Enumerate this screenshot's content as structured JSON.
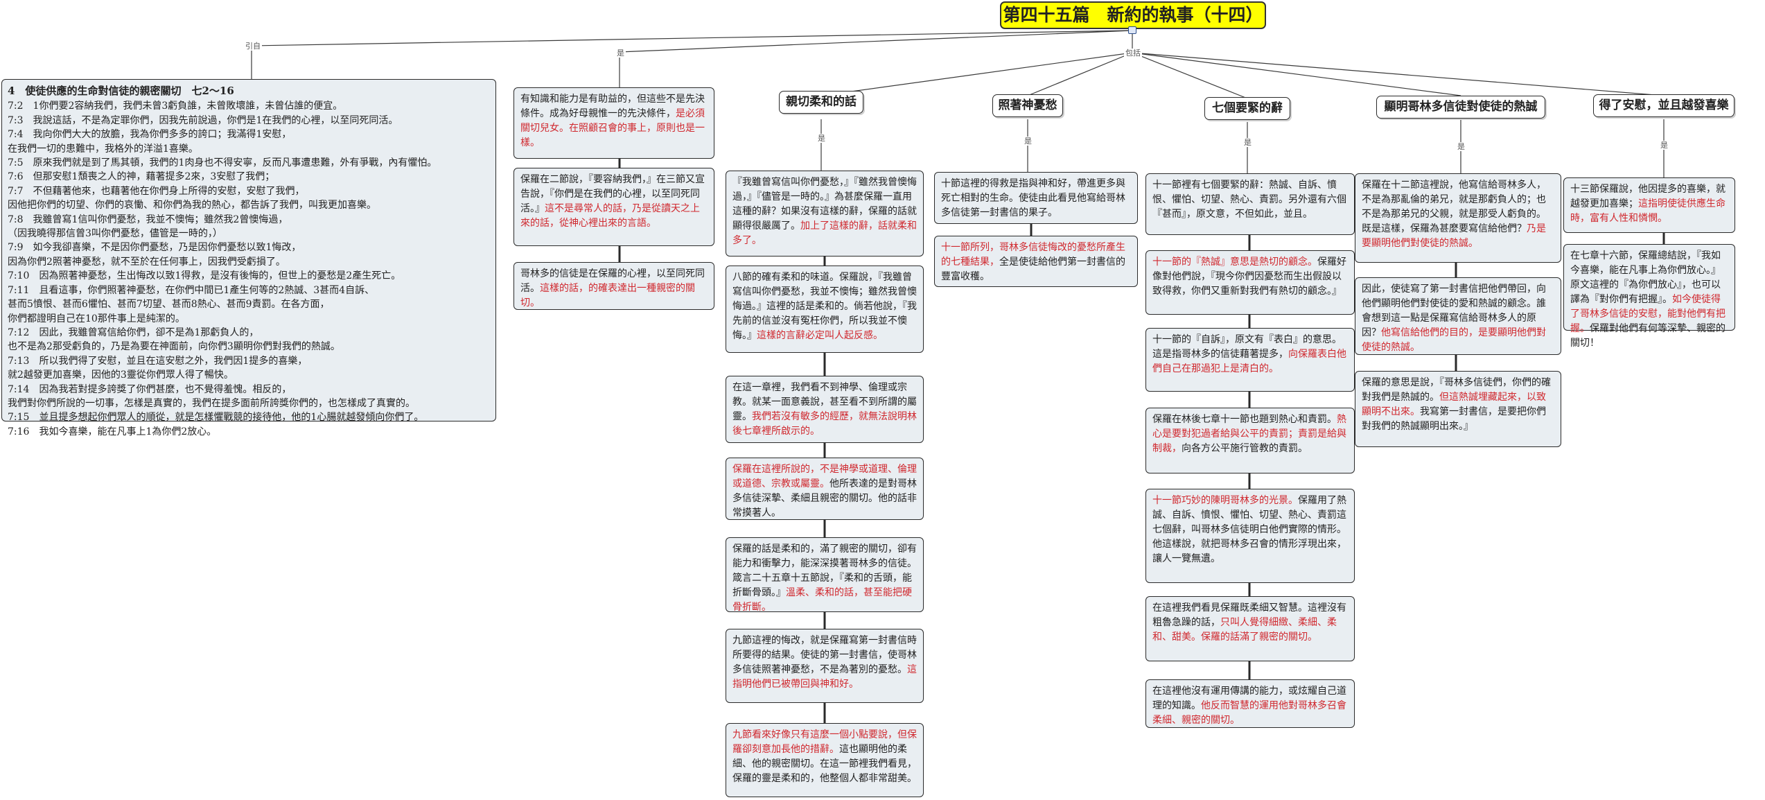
{
  "root_title": "第四十五篇　新約的執事（十四）",
  "labels": {
    "yinzi": "引自",
    "shi": "是",
    "baokuo": "包括"
  },
  "scripture": {
    "title": "4　使徒供應的生命對信徒的親密關切　七2～16",
    "lines": [
      "7:2　1你們要2容納我們，我們未曾3虧負誰，未曾敗壞誰，未曾佔誰的便宜。",
      "7:3　我說這話，不是為定罪你們，因我先前說過，你們是1在我們的心裡，以至同死同活。",
      "7:4　我向你們大大的放膽，我為你們多多的誇口；我滿得1安慰，",
      "在我們一切的患難中，我格外的洋溢1喜樂。",
      "7:5　原來我們就是到了馬其頓，我們的1肉身也不得安寧，反而凡事遭患難，外有爭戰，內有懼怕。",
      "7:6　但那安慰1頹喪之人的神，藉著提多2來，3安慰了我們；",
      "7:7　不但藉著他來，也藉著他在你們身上所得的安慰，安慰了我們，",
      "因他把你們的切望、你們的哀慟、和你們為我的熱心，都告訴了我們，叫我更加喜樂。",
      "7:8　我雖曾寫1信叫你們憂愁，我並不懊悔；雖然我2曾懊悔過，",
      "（因我曉得那信曾3叫你們憂愁，儘管是一時的，）",
      "7:9　如今我卻喜樂，不是因你們憂愁，乃是因你們憂愁以致1悔改，",
      "因為你們2照著神憂愁，就不至於在任何事上，因我們受虧損了。",
      "7:10　因為照著神憂愁，生出悔改以致1得救，是沒有後悔的，但世上的憂愁是2產生死亡。",
      "7:11　且看這事，你們照著神憂愁，在你們中間已1產生何等的2熱誠、3甚而4自訴、",
      "甚而5憤恨、甚而6懼怕、甚而7切望、甚而8熱心、甚而9責罰。在各方面，",
      "你們都證明自己在10那件事上是純潔的。",
      "7:12　因此，我雖曾寫信給你們，卻不是為1那虧負人的，",
      "也不是為2那受虧負的，乃是為要在神面前，向你們3顯明你們對我們的熱誠。",
      "7:13　所以我們得了安慰，並且在這安慰之外，我們因1提多的喜樂，",
      "就2越發更加喜樂，因他的3靈從你們眾人得了暢快。",
      "7:14　因為我若對提多誇獎了你們甚麼，也不覺得羞愧。相反的，",
      "我們對你們所說的一切事，怎樣是真實的，我們在提多面前所誇獎你們的，也怎樣成了真實的。",
      "7:15　並且提多想起你們眾人的順從，就是怎樣懼戰競的接待他，他的1心腸就越發傾向你們了。",
      "7:16　我如今喜樂，能在凡事上1為你們2放心。"
    ]
  },
  "intro_nodes": [
    [
      "有知識和能力是有助益的，但這些不是先決條件。成為好母親惟一的先決條件，",
      "是必須關切兒女。在照顧召會的事上，原則也是一樣。"
    ],
    [
      "保羅在二節說，『要容納我們，』在三節又宣告說，『你們是在我們的心裡，以至同死同活。』",
      "這不是尋常人的話，乃是從讀天之上來的話，從神心裡出來的言語。"
    ],
    [
      "哥林多的信徒是在保羅的心裡，以至同死同活。",
      "這樣的話，的確表達出一種親密的關切。"
    ]
  ],
  "branches": [
    {
      "title": "親切柔和的話",
      "nodes": [
        [
          "『我雖曾寫信叫你們憂愁，』『雖然我曾懊悔過，』『儘管是一時的。』為甚麼保羅一直用這種的辭？如果沒有這樣的辭，保羅的話就顯得很嚴厲了。",
          "加上了這樣的辭，話就柔和多了。"
        ],
        [
          "八節的確有柔和的味道。保羅說，『我雖曾寫信叫你們憂愁，我並不懊悔；雖然我曾懊悔過。』這裡的話是柔和的。倘若他說，『我先前的信並沒有冤枉你們，所以我並不懊悔。』",
          "這樣的言辭必定叫人起反感。"
        ],
        [
          "在這一章裡，我們看不到神學、倫理或宗教。就某一面意義說，甚至看不到所謂的屬靈。",
          "我們若沒有敏多的經歷，就無法說明林後七章裡所啟示的。"
        ],
        [
          "",
          "保羅在這裡所說的，不是神學或道理、倫理或道德、宗教或屬靈。",
          "他所表達的是對哥林多信徒深摯、柔細且親密的關切。他的話非常摸著人。"
        ],
        [
          "保羅的話是柔和的，滿了親密的關切，卻有能力和衝擊力，能深深摸著哥林多的信徒。箴言二十五章十五節說，『柔和的舌頭，能折斷骨頭。』",
          "溫柔、柔和的話，甚至能把硬骨折斷。"
        ],
        [
          "九節這裡的悔改，就是保羅寫第一封書信時所要得的結果。使徒的第一封書信，使哥林多信徒照著神憂愁，不是為著別的憂愁。",
          "這指明他們已被帶回與神和好。"
        ],
        [
          "",
          "九節看來好像只有這麼一個小點要說，但保羅卻刻意加長他的措辭。",
          "這也顯明他的柔細、他的親密關切。在這一節裡我們看見，保羅的靈是柔和的，他整個人都非常甜美。"
        ]
      ]
    },
    {
      "title": "照著神憂愁",
      "nodes": [
        [
          "十節這裡的得救是指與神和好，帶進更多與死亡相對的生命。使徒由此看見他寫給哥林多信徒第一封書信的果子。",
          ""
        ],
        [
          "",
          "十一節所列，哥林多信徒悔改的憂愁所產生的七種結果，",
          "全是使徒給他們第一封書信的豐富收穫。"
        ]
      ]
    },
    {
      "title": "七個要緊的辭",
      "nodes": [
        [
          "十一節裡有七個要緊的辭：熱誠、自訴、憤恨、懼怕、切望、熱心、責罰。另外還有六個『甚而』，原文意，不但如此，並且。",
          ""
        ],
        [
          "",
          "十一節的『熱誠』意思是熱切的顧念。",
          "保羅好像對他們說，『現今你們因憂愁而生出假設以致得救，你們又重新對我們有熱切的顧念。』"
        ],
        [
          "十一節的『自訴』，原文有『表白』的意思。這是指哥林多的信徒藉著提多，",
          "向保羅表白他們自己在那過犯上是清白的。"
        ],
        [
          "保羅在林後七章十一節也題到熱心和責罰。",
          "熱心是要對犯過者給與公平的責罰；責罰是給與制裁，",
          "向各方公平施行管教的責罰。"
        ],
        [
          "",
          "十一節巧妙的陳明哥林多的光景。",
          "保羅用了熱誠、自訴、憤恨、懼怕、切望、熱心、責罰這七個辭，叫哥林多信徒明白他們實際的情形。他這樣說，就把哥林多召會的情形浮現出來，讓人一覽無遺。"
        ],
        [
          "在這裡我們看見保羅既柔細又智慧。這裡沒有粗魯急躁的話，",
          "只叫人覺得細緻、柔細、柔和、甜美。保羅的話滿了親密的關切。"
        ],
        [
          "在這裡他沒有運用傳講的能力，或炫耀自己道理的知識。",
          "他反而智慧的運用他對哥林多召會柔細、親密的關切。"
        ]
      ]
    },
    {
      "title": "顯明哥林多信徒對使徒的熱誠",
      "nodes": [
        [
          "保羅在十二節這裡說，他寫信給哥林多人，不是為那亂倫的弟兄，就是那虧負人的；也不是為那弟兄的父親，就是那受人虧負的。既是這樣，保羅為甚麼要寫信給他們？",
          "乃是要顯明他們對使徒的熱誠。"
        ],
        [
          "因此，使徒寫了第一封書信把他們帶回，向他們顯明他們對使徒的愛和熱誠的顧念。誰會想到這一點是保羅寫信給哥林多人的原因？",
          "他寫信給他們的目的，是要顯明他們對使徒的熱誠。"
        ],
        [
          "保羅的意思是說，『哥林多信徒們，你們的確對我們是熱誠的。",
          "但這熱誠埋藏起來，以致顯明不出來。",
          "我寫第一封書信，是要把你們對我們的熱誠顯明出來。』"
        ]
      ]
    },
    {
      "title": "得了安慰，並且越發喜樂",
      "nodes": [
        [
          "十三節保羅說，他因提多的喜樂，就越發更加喜樂；",
          "這指明使徒供應生命時，富有人性和憐憫。"
        ],
        [
          "在七章十六節，保羅總結說，『我如今喜樂，能在凡事上為你們放心。』原文這裡的『為你們放心』，也可以譯為『對你們有把握』。",
          "如今使徒得了哥林多信徒的安慰，能對他們有把握。",
          "保羅對他們有何等深摯、親密的關切！"
        ]
      ]
    }
  ]
}
